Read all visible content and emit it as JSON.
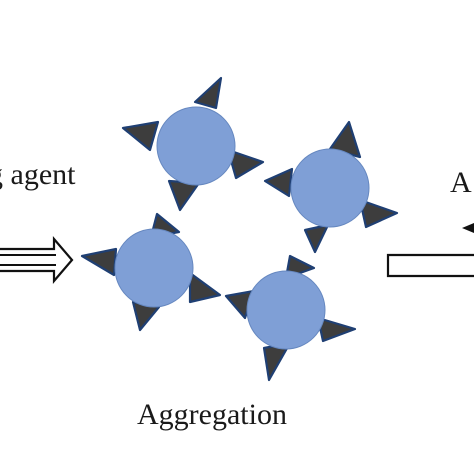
{
  "labels": {
    "left_text": "g agent",
    "right_text": "A",
    "caption": "Aggregation"
  },
  "colors": {
    "particle_fill": "#7f9fd6",
    "particle_stroke": "#6688c0",
    "ligand_fill": "#3d3d3d",
    "ligand_stroke": "#1f3f73",
    "arrow_stroke": "#111111",
    "text": "#1a1a1a"
  },
  "icons": {
    "left_arrow": "double-line-right-arrow-icon",
    "right_arrow": "hollow-arrow-icon",
    "particle": "nanoparticle-icon",
    "ligand": "ligand-triangle-icon"
  },
  "diagram": {
    "particle_count": 4
  }
}
